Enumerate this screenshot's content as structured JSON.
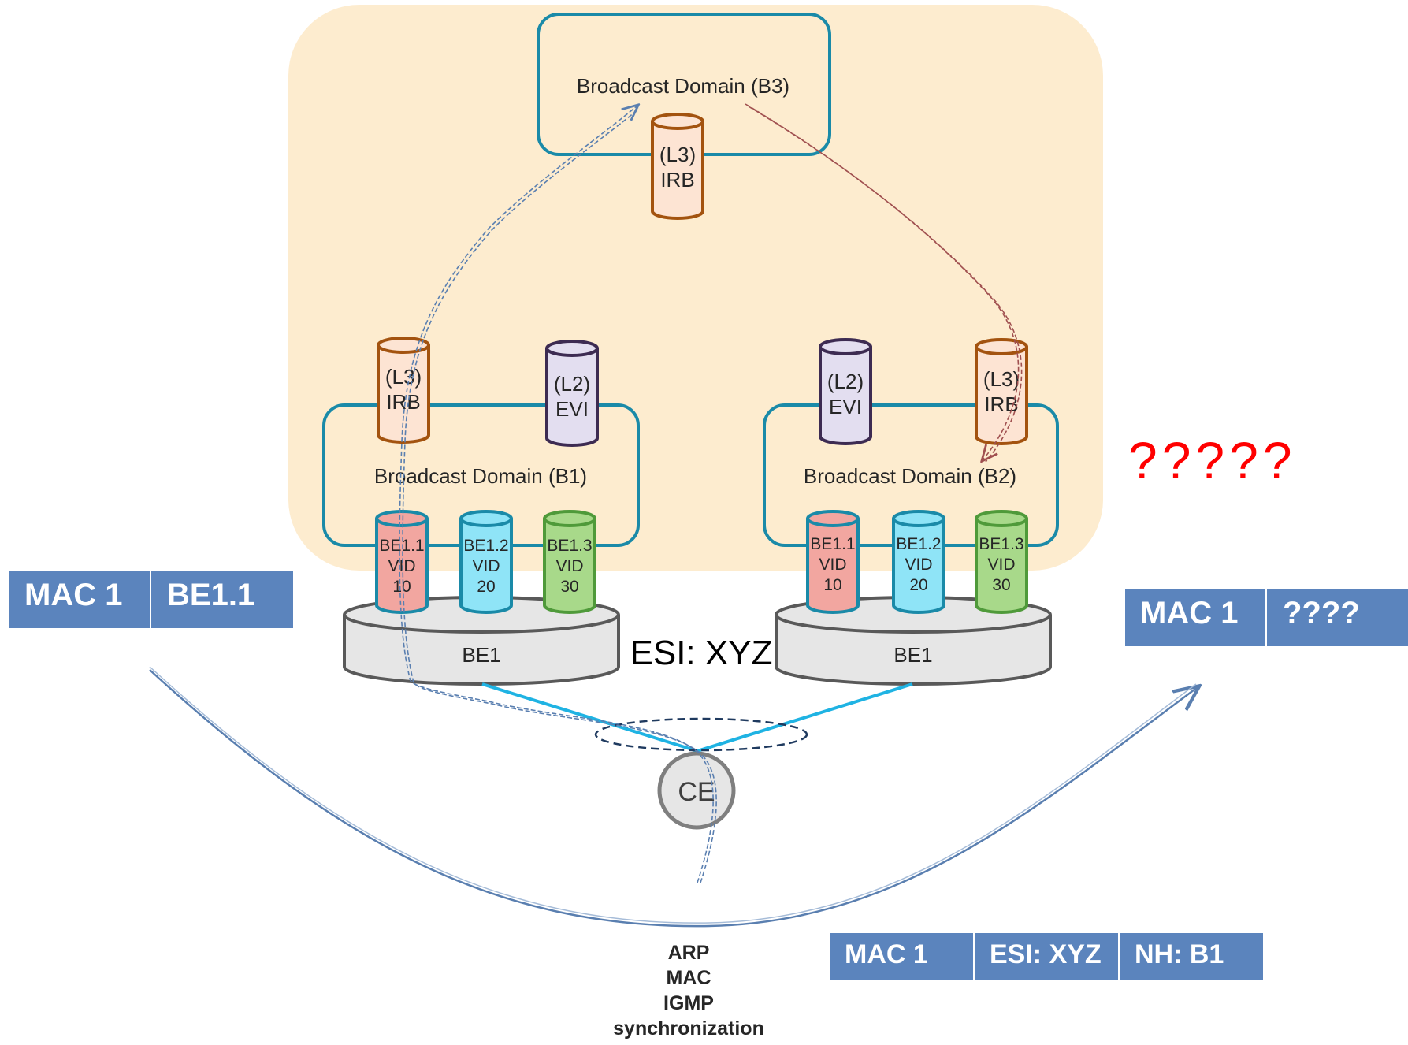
{
  "diagram": {
    "broadcast_domains": {
      "b3": "Broadcast Domain (B3)",
      "b1": "Broadcast Domain (B1)",
      "b2": "Broadcast Domain (B2)"
    },
    "top_irb": {
      "line1": "(L3)",
      "line2": "IRB"
    },
    "left_pe": {
      "irb": {
        "line1": "(L3)",
        "line2": "IRB"
      },
      "evi": {
        "line1": "(L2)",
        "line2": "EVI"
      },
      "subifs": [
        {
          "line1": "BE1.1",
          "line2": "VID",
          "line3": "10"
        },
        {
          "line1": "BE1.2",
          "line2": "VID",
          "line3": "20"
        },
        {
          "line1": "BE1.3",
          "line2": "VID",
          "line3": "30"
        }
      ],
      "bundle": "BE1"
    },
    "right_pe": {
      "evi": {
        "line1": "(L2)",
        "line2": "EVI"
      },
      "irb": {
        "line1": "(L3)",
        "line2": "IRB"
      },
      "subifs": [
        {
          "line1": "BE1.1",
          "line2": "VID",
          "line3": "10"
        },
        {
          "line1": "BE1.2",
          "line2": "VID",
          "line3": "20"
        },
        {
          "line1": "BE1.3",
          "line2": "VID",
          "line3": "30"
        }
      ],
      "bundle": "BE1"
    },
    "esi_label": "ESI: XYZ",
    "ce_label": "CE",
    "question_marks": "?????",
    "left_table": [
      "MAC 1",
      "BE1.1"
    ],
    "right_table": [
      "MAC 1",
      "????"
    ],
    "bottom_table": [
      "MAC 1",
      "ESI: XYZ",
      "NH: B1"
    ],
    "sync_label": [
      "ARP",
      "MAC",
      "IGMP",
      "synchronization"
    ]
  },
  "colors": {
    "area_fill": "#fdeccf",
    "teal": "#1a8aa8",
    "orange_stroke": "#a3530f",
    "orange_fill": "#fde4d3",
    "purple_fill": "#e3def0",
    "red_fill": "#f2a6a0",
    "cyan_fill": "#8fe4f7",
    "green_fill": "#a8d98a",
    "table_blue": "#5b84bd",
    "link_cyan": "#1fb3e3",
    "question_red": "#ff0000"
  }
}
